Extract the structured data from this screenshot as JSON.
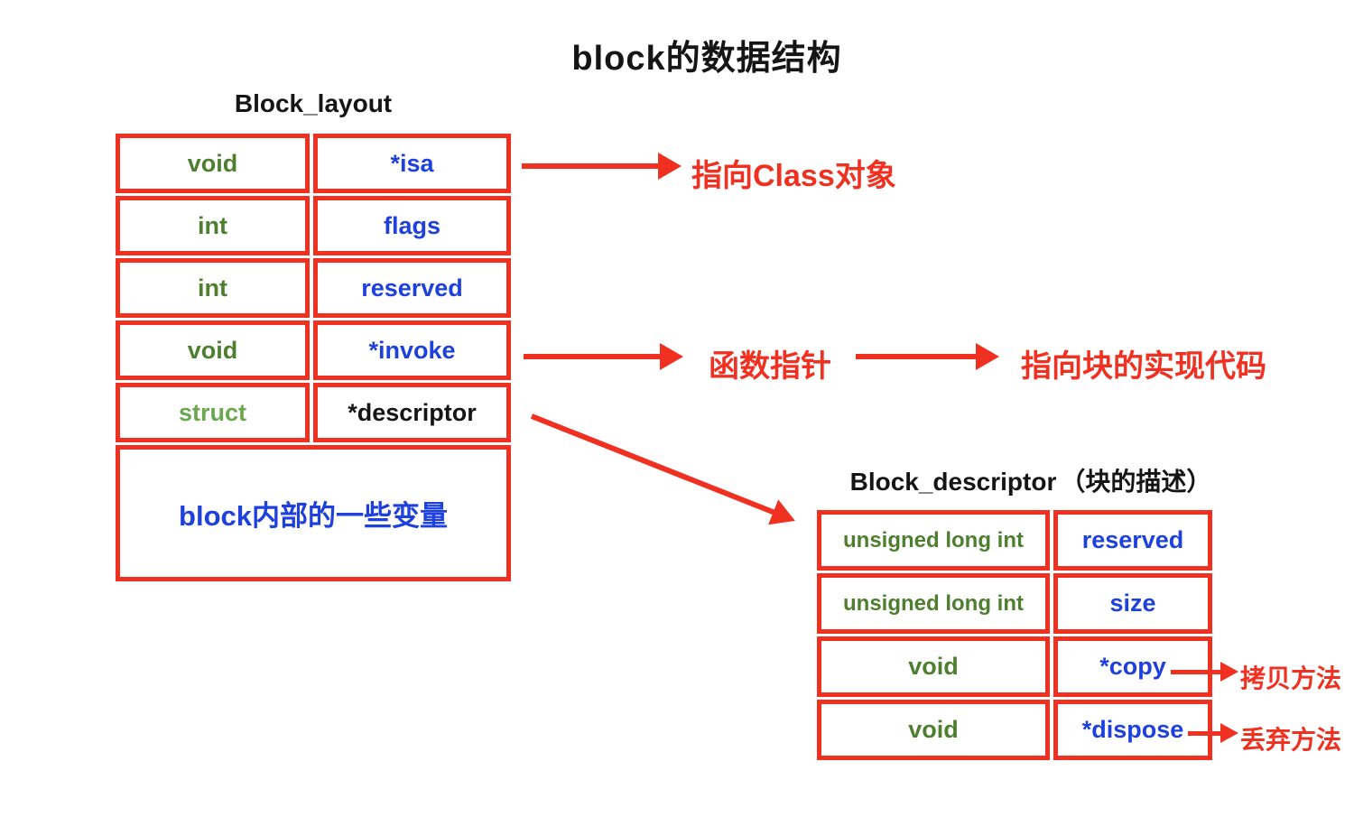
{
  "title": "block的数据结构",
  "colors": {
    "red": "#f03020",
    "blue": "#1e40dd",
    "green": "#4d7f2f",
    "green-light": "#6aa84f",
    "black": "#151515"
  },
  "block_layout": {
    "title": "Block_layout",
    "rows": [
      {
        "type": "void",
        "name": "*isa"
      },
      {
        "type": "int",
        "name": "flags"
      },
      {
        "type": "int",
        "name": "reserved"
      },
      {
        "type": "void",
        "name": "*invoke"
      },
      {
        "type": "struct",
        "name": "*descriptor"
      }
    ],
    "footer": "block内部的一些变量"
  },
  "block_descriptor": {
    "title": "Block_descriptor",
    "subtitle": "（块的描述）",
    "rows": [
      {
        "type": "unsigned long int",
        "name": "reserved"
      },
      {
        "type": "unsigned long int",
        "name": "size"
      },
      {
        "type": "void",
        "name": "*copy"
      },
      {
        "type": "void",
        "name": "*dispose"
      }
    ]
  },
  "annotations": {
    "isa": "指向Class对象",
    "invoke": "函数指针",
    "invoke_target": "指向块的实现代码",
    "copy": "拷贝方法",
    "dispose": "丢弃方法"
  }
}
